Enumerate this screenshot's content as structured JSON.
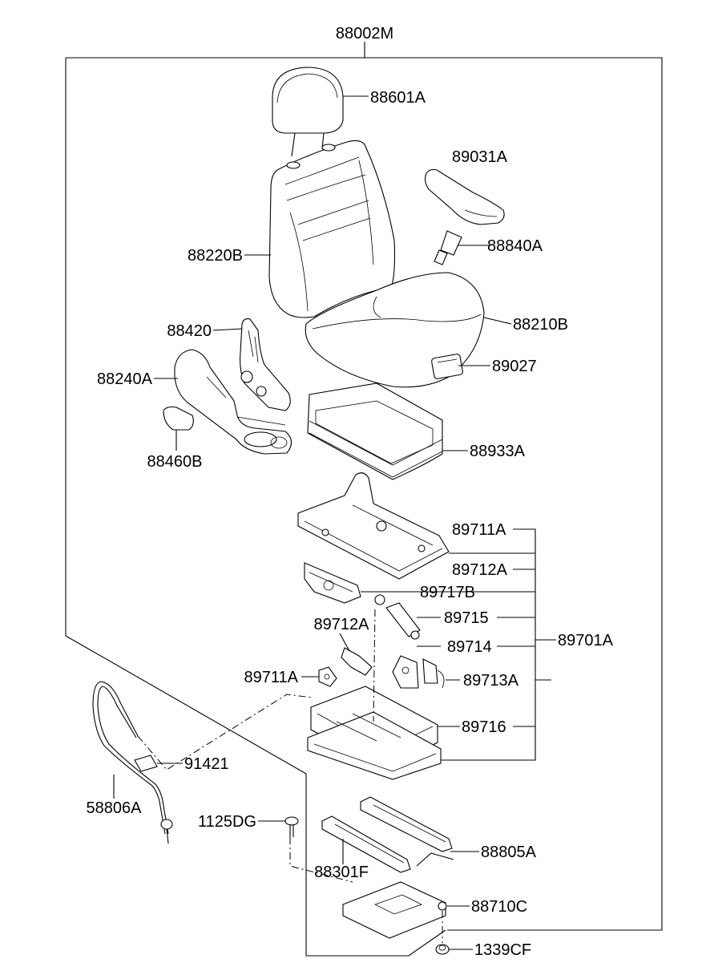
{
  "diagram": {
    "assembly_label": "88002M",
    "labels": {
      "headrest": "88601A",
      "armrest": "89031A",
      "back_assembly": "88220B",
      "buckle": "88840A",
      "cushion": "88210B",
      "recliner": "88420",
      "handle_small": "89027",
      "side_shield": "88240A",
      "frame_cushion": "88933A",
      "knob": "88460B",
      "frame_upper": "89711A",
      "link_upper": "89712A",
      "lumbar": "89717B",
      "damper": "89715",
      "link_lower": "89712A",
      "lever": "89714",
      "bracket_left": "89711A",
      "spring_clip": "89713A",
      "suspension_base": "89716",
      "suspension_group": "89701A",
      "sticker": "91421",
      "cable": "58806A",
      "bolt": "1125DG",
      "track_right": "88805A",
      "track_left": "88301F",
      "base_plate": "88710C",
      "nut": "1339CF"
    }
  }
}
